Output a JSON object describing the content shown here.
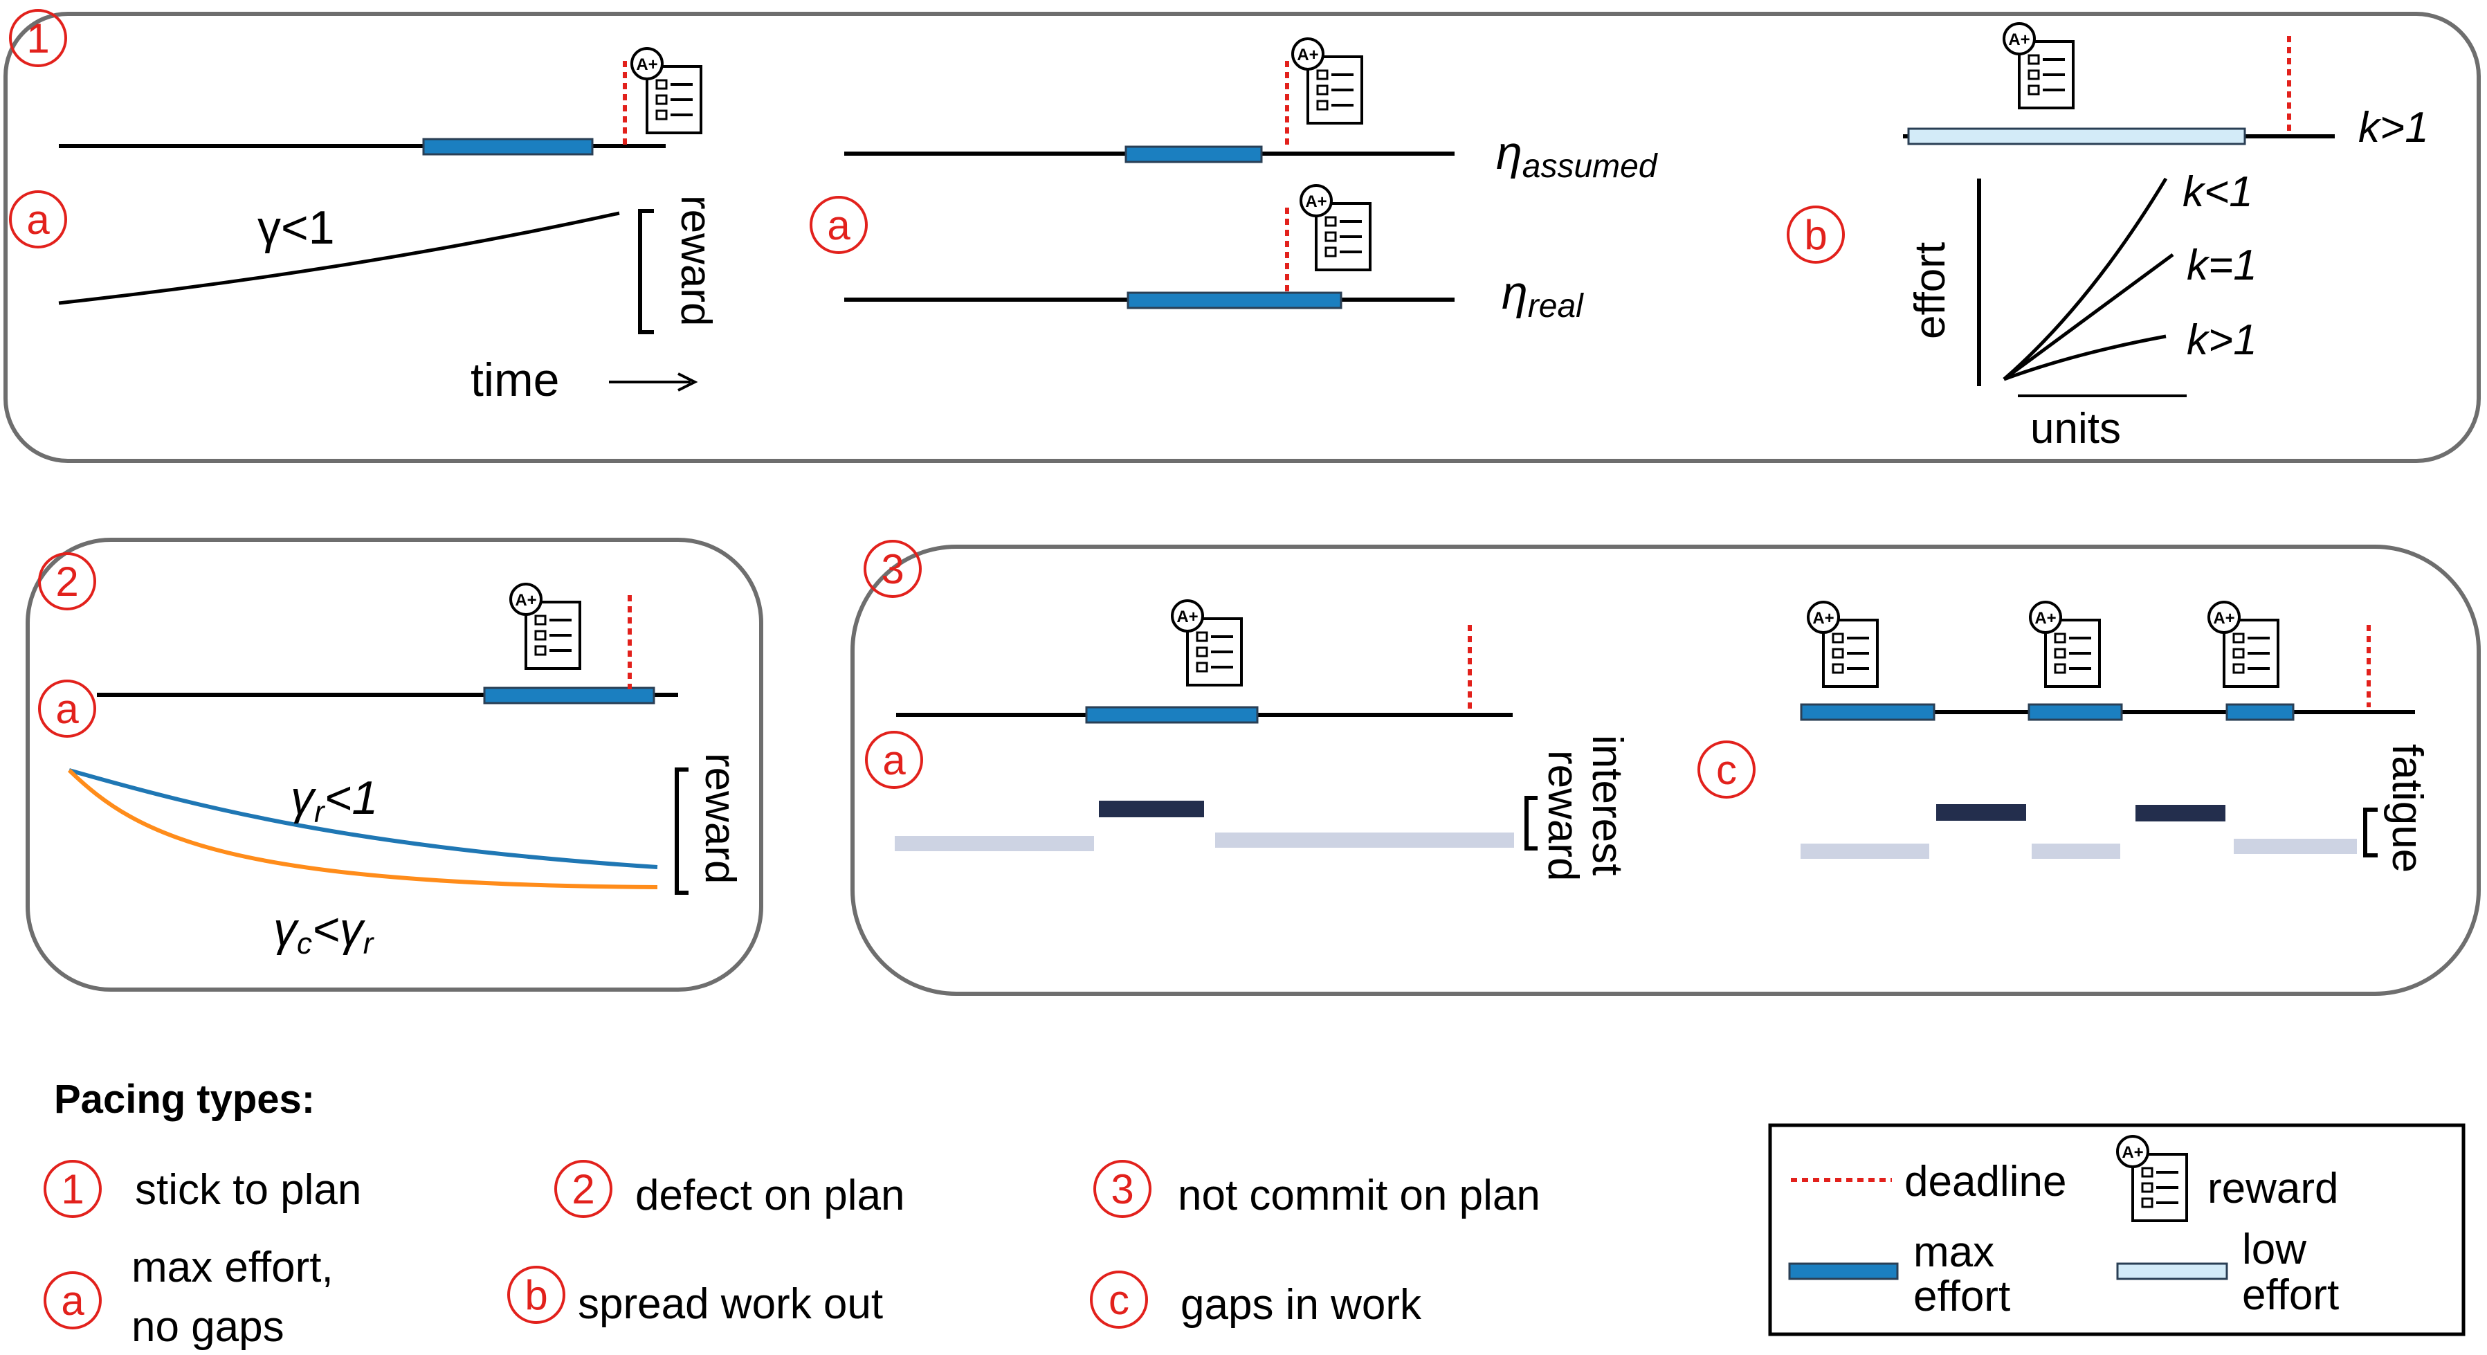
{
  "colors": {
    "deadline": "#e2211c",
    "max_effort": "#1b7fc0",
    "low_effort": "#d3ebf8",
    "panel_border": "#6e6e6e",
    "curve_blue": "#1f77b4",
    "curve_orange": "#ff8c1a",
    "level_high": "#232e4d",
    "level_low": "#cdd3e3"
  },
  "icons": {
    "reward": "graded-checklist-icon"
  },
  "panel1": {
    "num": "1",
    "a_left": {
      "letter": "a",
      "gamma": "γ<1",
      "reward": "reward",
      "time": "time"
    },
    "a_mid": {
      "letter": "a",
      "eta": "η",
      "assumed": "assumed",
      "real": "real"
    },
    "b": {
      "letter": "b",
      "timeline_k": "k>1",
      "y_label": "effort",
      "x_label": "units",
      "curves": [
        "k<1",
        "k=1",
        "k>1"
      ]
    }
  },
  "panel2": {
    "num": "2",
    "letter": "a",
    "gamma_r": "γ",
    "gamma_r_sub": "r",
    "gamma_r_rel": "<1",
    "gamma_c": "γ",
    "gamma_c_sub": "c",
    "gamma_c_rel": "<γ",
    "gamma_c_sub2": "r",
    "reward": "reward"
  },
  "panel3": {
    "num": "3",
    "a": {
      "letter": "a",
      "label_1": "interest",
      "label_2": "reward"
    },
    "c": {
      "letter": "c",
      "label": "fatigue"
    }
  },
  "pacing": {
    "title": "Pacing types:",
    "items": [
      {
        "sym": "1",
        "text": "stick to plan"
      },
      {
        "sym": "2",
        "text": "defect on plan"
      },
      {
        "sym": "3",
        "text": "not commit on plan"
      },
      {
        "sym": "a",
        "text": "max effort,",
        "text2": "no gaps"
      },
      {
        "sym": "b",
        "text": "spread work out"
      },
      {
        "sym": "c",
        "text": "gaps in work"
      }
    ]
  },
  "legend": {
    "deadline": "deadline",
    "reward": "reward",
    "max_1": "max",
    "max_2": "effort",
    "low_1": "low",
    "low_2": "effort"
  }
}
